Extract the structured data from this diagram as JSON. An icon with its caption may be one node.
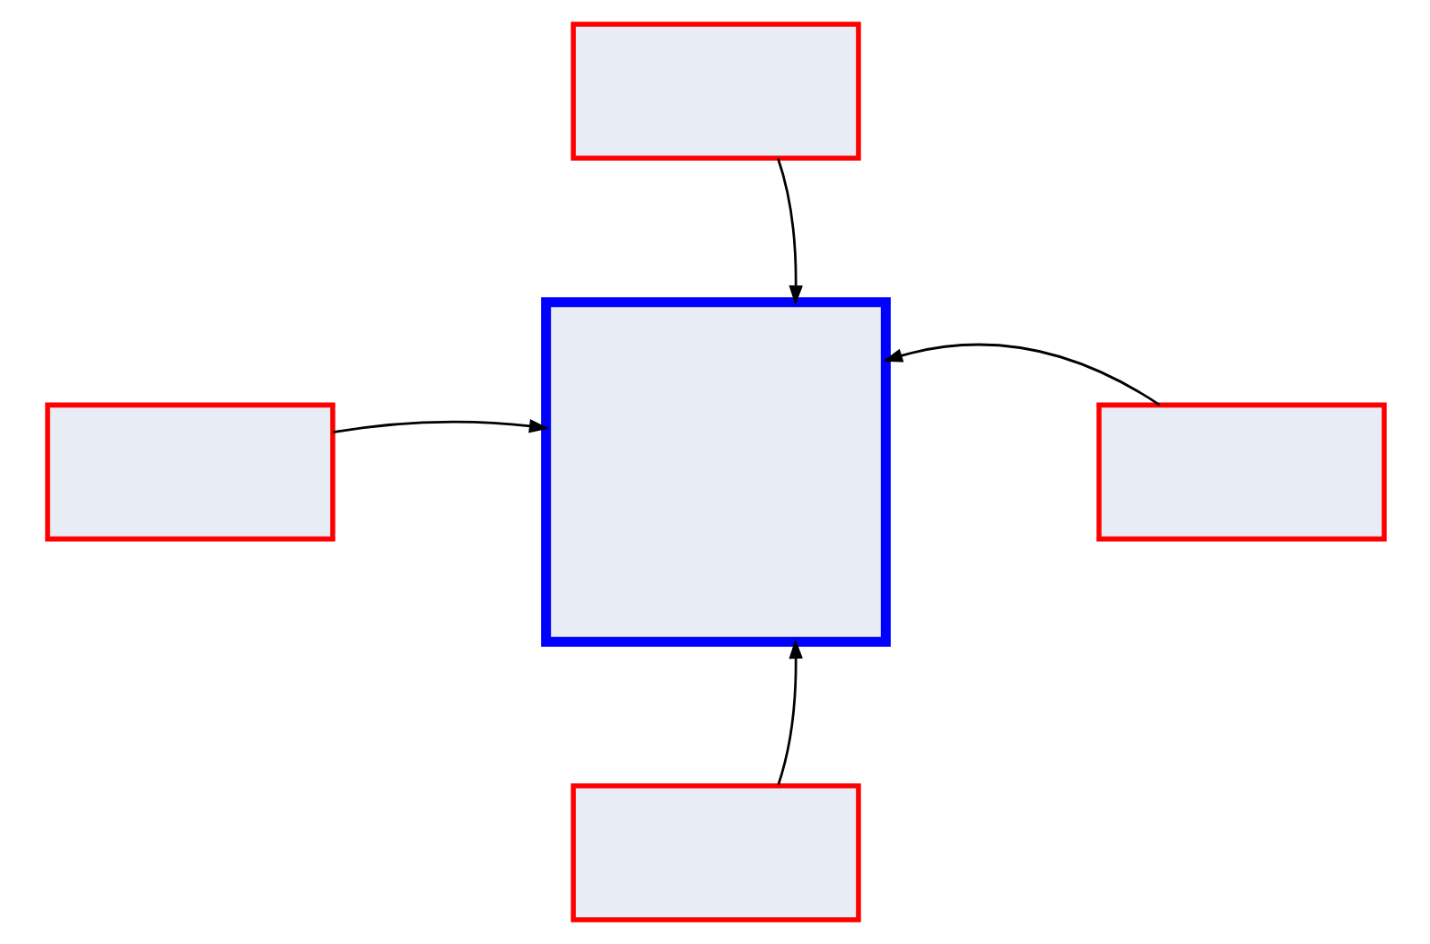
{
  "diagram": {
    "nodes": [
      {
        "text": [],
        "shape": "box"
      },
      {
        "text": [],
        "shape": "box"
      },
      {
        "text": [],
        "shape": "box"
      },
      {
        "text": [],
        "shape": "box"
      },
      {
        "text": [],
        "shape": "box"
      }
    ],
    "edges": [
      {
        "from": 0,
        "to": 2,
        "arrow": "to"
      },
      {
        "from": 1,
        "to": 2,
        "arrow": "to"
      },
      {
        "from": 3,
        "to": 2,
        "arrow": "to"
      },
      {
        "from": 4,
        "to": 2,
        "arrow": "to"
      }
    ]
  }
}
